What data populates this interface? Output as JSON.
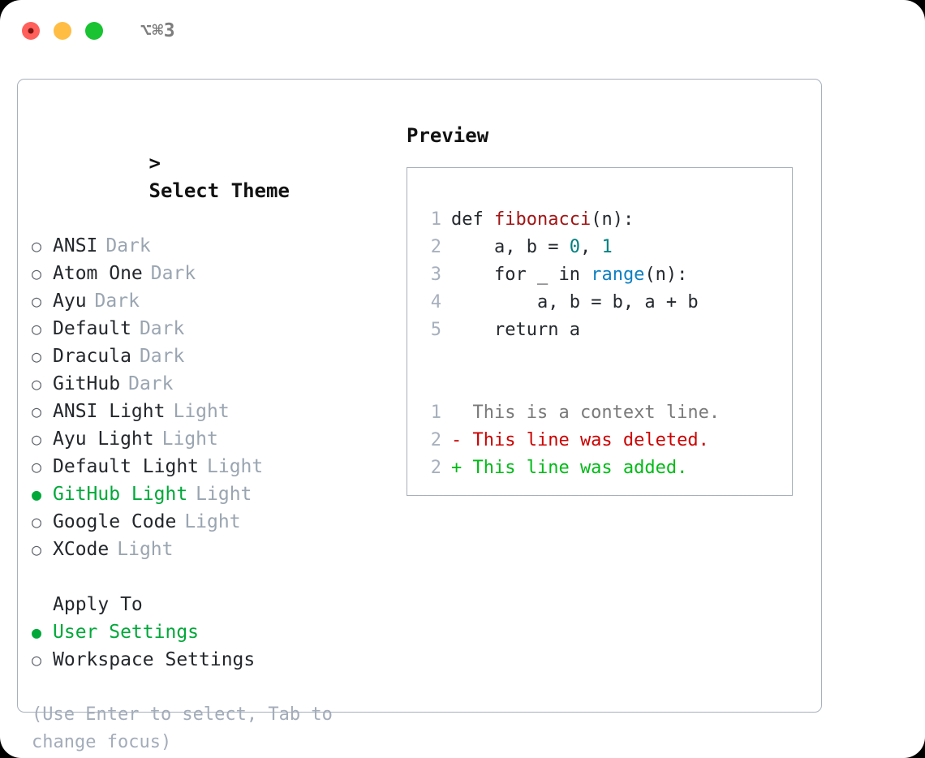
{
  "window": {
    "title": "⌥⌘3",
    "traffic_lights": [
      {
        "name": "close",
        "color": "#ff605c"
      },
      {
        "name": "minimize",
        "color": "#ffbd44"
      },
      {
        "name": "maximize",
        "color": "#19c332"
      }
    ]
  },
  "colors": {
    "accent_green": "#00a83a",
    "muted_gray": "#9aa5b1",
    "border": "#a7b0bd",
    "text": "#23272b",
    "diff_delete": "#cc0000",
    "diff_add": "#00bb17",
    "syntax_function": "#a31515",
    "syntax_number": "#008080",
    "syntax_call": "#0e7fc0"
  },
  "theme_list": {
    "header": "Select Theme",
    "caret": ">",
    "bullet_unselected": "○",
    "bullet_selected": "●",
    "items": [
      {
        "label": "ANSI",
        "tag": "Dark",
        "selected": false
      },
      {
        "label": "Atom One",
        "tag": "Dark",
        "selected": false
      },
      {
        "label": "Ayu",
        "tag": "Dark",
        "selected": false
      },
      {
        "label": "Default",
        "tag": "Dark",
        "selected": false
      },
      {
        "label": "Dracula",
        "tag": "Dark",
        "selected": false
      },
      {
        "label": "GitHub",
        "tag": "Dark",
        "selected": false
      },
      {
        "label": "ANSI Light",
        "tag": "Light",
        "selected": false
      },
      {
        "label": "Ayu Light",
        "tag": "Light",
        "selected": false
      },
      {
        "label": "Default Light",
        "tag": "Light",
        "selected": false
      },
      {
        "label": "GitHub Light",
        "tag": "Light",
        "selected": true
      },
      {
        "label": "Google Code",
        "tag": "Light",
        "selected": false
      },
      {
        "label": "XCode",
        "tag": "Light",
        "selected": false
      }
    ]
  },
  "apply_to": {
    "header": "Apply To",
    "items": [
      {
        "label": "User Settings",
        "selected": true
      },
      {
        "label": "Workspace Settings",
        "selected": false
      }
    ]
  },
  "hint": "(Use Enter to select, Tab to change focus)",
  "preview": {
    "title": "Preview",
    "code_lines": [
      {
        "number": "1",
        "indent": "",
        "tokens": [
          {
            "text": "def ",
            "type": "plain"
          },
          {
            "text": "fibonacci",
            "type": "function"
          },
          {
            "text": "(n):",
            "type": "plain"
          }
        ]
      },
      {
        "number": "2",
        "indent": "    ",
        "tokens": [
          {
            "text": "a, b = ",
            "type": "plain"
          },
          {
            "text": "0",
            "type": "number"
          },
          {
            "text": ", ",
            "type": "plain"
          },
          {
            "text": "1",
            "type": "number"
          }
        ]
      },
      {
        "number": "3",
        "indent": "    ",
        "tokens": [
          {
            "text": "for _ in ",
            "type": "plain"
          },
          {
            "text": "range",
            "type": "call"
          },
          {
            "text": "(n):",
            "type": "plain"
          }
        ]
      },
      {
        "number": "4",
        "indent": "        ",
        "tokens": [
          {
            "text": "a, b = b, a + b",
            "type": "plain"
          }
        ]
      },
      {
        "number": "5",
        "indent": "    ",
        "tokens": [
          {
            "text": "return a",
            "type": "plain"
          }
        ]
      }
    ],
    "diff_lines": [
      {
        "number": "1",
        "marker": " ",
        "text": " This is a context line.",
        "type": "context"
      },
      {
        "number": "2",
        "marker": "-",
        "text": " This line was deleted.",
        "type": "delete"
      },
      {
        "number": "2",
        "marker": "+",
        "text": " This line was added.",
        "type": "add"
      }
    ]
  }
}
